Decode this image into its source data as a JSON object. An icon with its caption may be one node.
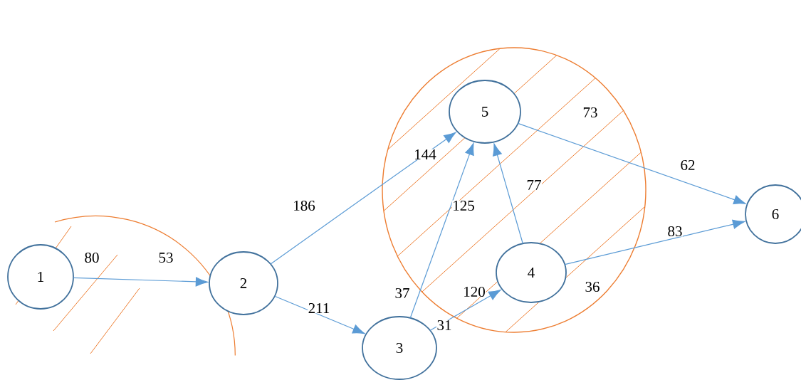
{
  "diagram": {
    "nodes": [
      {
        "text": [
          "1"
        ]
      },
      {
        "text": [
          "2"
        ]
      },
      {
        "text": [
          "3"
        ]
      },
      {
        "text": [
          "4"
        ]
      },
      {
        "text": [
          "5"
        ]
      },
      {
        "text": [
          "6"
        ]
      }
    ],
    "edges": [
      {
        "from": 0,
        "to": 1,
        "arrow": "to"
      },
      {
        "from": 1,
        "to": 4,
        "arrow": "to"
      },
      {
        "from": 1,
        "to": 2,
        "arrow": "to"
      },
      {
        "from": 2,
        "to": 4,
        "arrow": "to"
      },
      {
        "from": 2,
        "to": 3,
        "arrow": "to"
      },
      {
        "from": 3,
        "to": 4,
        "arrow": "to"
      },
      {
        "from": 4,
        "to": 5,
        "arrow": "to"
      },
      {
        "from": 3,
        "to": 5,
        "arrow": "to"
      }
    ],
    "labels": [
      "73",
      "144",
      "62",
      "77",
      "186",
      "125",
      "83",
      "80",
      "53",
      "36",
      "120",
      "37",
      "211",
      "31"
    ]
  }
}
